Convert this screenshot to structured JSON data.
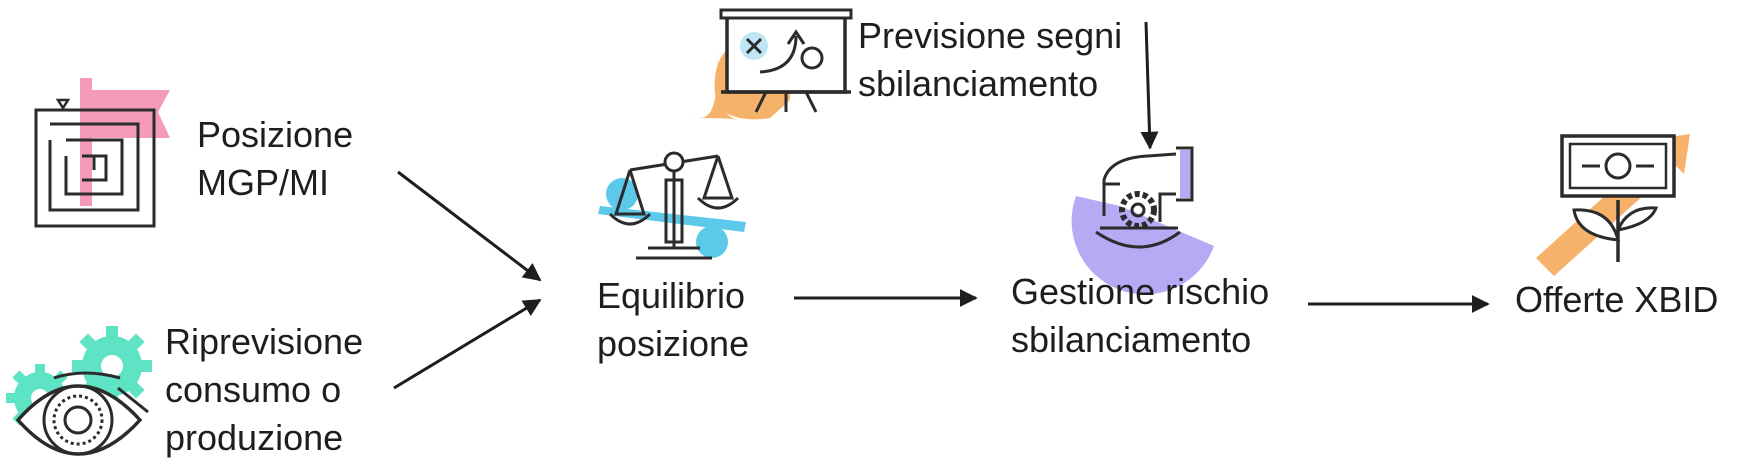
{
  "nodes": {
    "posizione": {
      "lines": [
        "Posizione",
        "MGP/MI"
      ],
      "icon": "maze-flag-icon"
    },
    "riprevisione": {
      "lines": [
        "Riprevisione",
        "consumo o",
        "produzione"
      ],
      "icon": "eye-gears-icon"
    },
    "equilibrio": {
      "lines": [
        "Equilibrio",
        "posizione"
      ],
      "icon": "balance-scale-icon"
    },
    "previsione": {
      "lines": [
        "Previsione segni",
        "sbilanciamento"
      ],
      "icon": "strategy-board-icon"
    },
    "gestione": {
      "lines": [
        "Gestione rischio",
        "sbilanciamento"
      ],
      "icon": "hand-gear-icon"
    },
    "offerte": {
      "lines": [
        "Offerte XBID"
      ],
      "icon": "money-growth-icon"
    }
  },
  "colors": {
    "ink": "#2b2b2b",
    "pink": "#f59ab8",
    "teal": "#5ee3c4",
    "sky": "#5cc8ea",
    "orange": "#f6b16a",
    "lavender": "#b7a9f4"
  }
}
